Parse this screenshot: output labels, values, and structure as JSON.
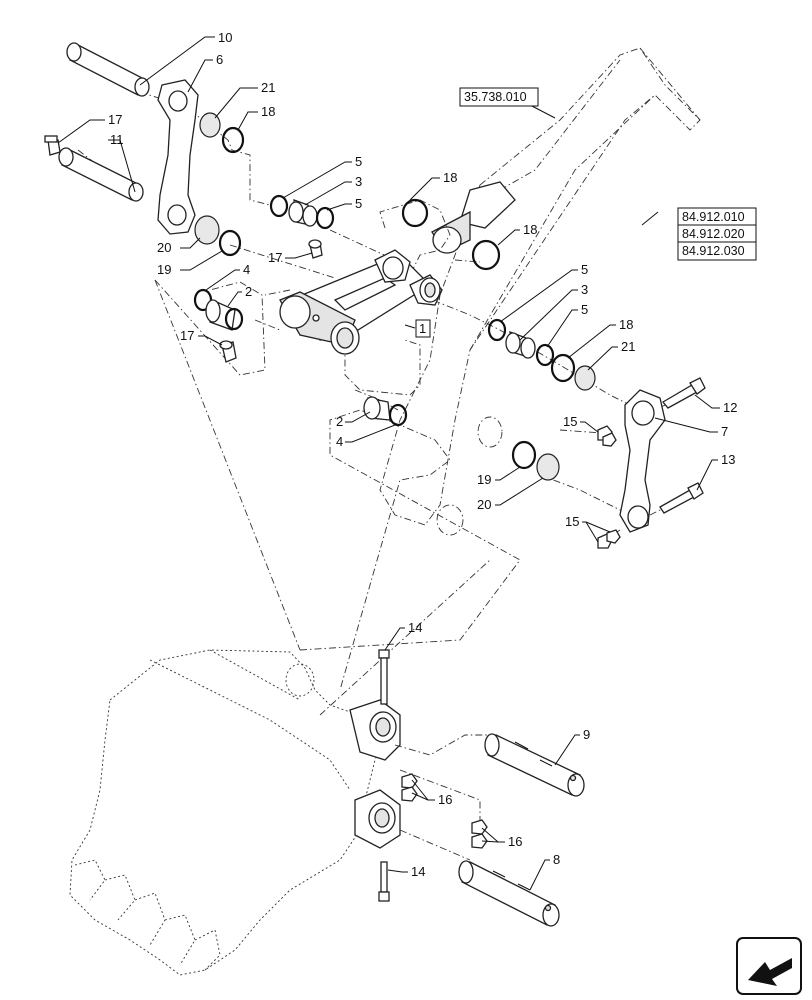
{
  "diagram": {
    "callouts": [
      {
        "id": "c10",
        "label": "10"
      },
      {
        "id": "c6",
        "label": "6"
      },
      {
        "id": "c21a",
        "label": "21"
      },
      {
        "id": "c18a",
        "label": "18"
      },
      {
        "id": "c17a",
        "label": "17"
      },
      {
        "id": "c11",
        "label": "11"
      },
      {
        "id": "c5a",
        "label": "5"
      },
      {
        "id": "c3a",
        "label": "3"
      },
      {
        "id": "c5b",
        "label": "5"
      },
      {
        "id": "c18b",
        "label": "18"
      },
      {
        "id": "c18c",
        "label": "18"
      },
      {
        "id": "c20a",
        "label": "20"
      },
      {
        "id": "c17b",
        "label": "17"
      },
      {
        "id": "c19a",
        "label": "19"
      },
      {
        "id": "c4a",
        "label": "4"
      },
      {
        "id": "c2a",
        "label": "2"
      },
      {
        "id": "c1",
        "label": "1"
      },
      {
        "id": "c17c",
        "label": "17"
      },
      {
        "id": "c5c",
        "label": "5"
      },
      {
        "id": "c3b",
        "label": "3"
      },
      {
        "id": "c5d",
        "label": "5"
      },
      {
        "id": "c18d",
        "label": "18"
      },
      {
        "id": "c21b",
        "label": "21"
      },
      {
        "id": "c2b",
        "label": "2"
      },
      {
        "id": "c4b",
        "label": "4"
      },
      {
        "id": "c12",
        "label": "12"
      },
      {
        "id": "c15a",
        "label": "15"
      },
      {
        "id": "c7",
        "label": "7"
      },
      {
        "id": "c13",
        "label": "13"
      },
      {
        "id": "c19b",
        "label": "19"
      },
      {
        "id": "c20b",
        "label": "20"
      },
      {
        "id": "c15b",
        "label": "15"
      },
      {
        "id": "c14a",
        "label": "14"
      },
      {
        "id": "c9",
        "label": "9"
      },
      {
        "id": "c16a",
        "label": "16"
      },
      {
        "id": "c16b",
        "label": "16"
      },
      {
        "id": "c8",
        "label": "8"
      },
      {
        "id": "c14b",
        "label": "14"
      }
    ],
    "references": {
      "arm": "35.738.010",
      "refs": [
        "84.912.010",
        "84.912.020",
        "84.912.030"
      ]
    }
  }
}
